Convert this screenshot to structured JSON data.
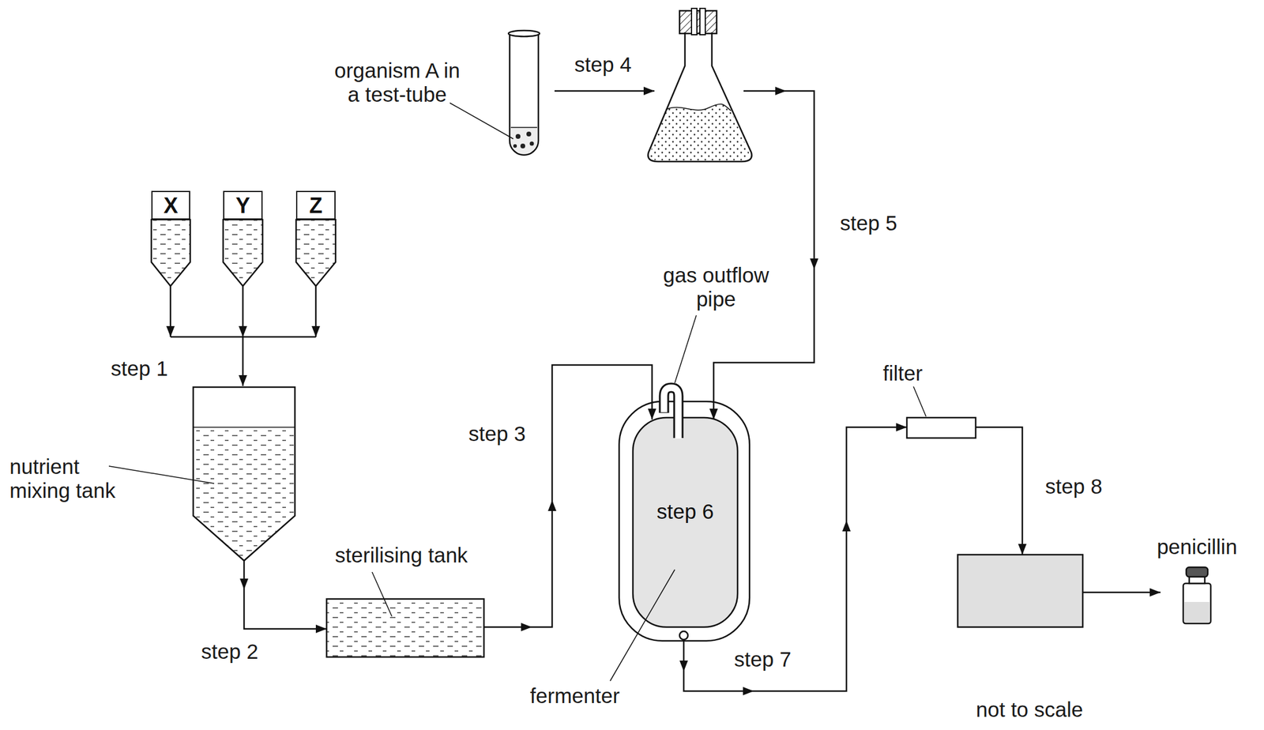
{
  "diagram": {
    "nodes": [
      {
        "text": [
          "X"
        ]
      },
      {
        "text": [
          "Y"
        ]
      },
      {
        "text": [
          "Z"
        ]
      },
      {
        "text": [
          "step 6"
        ]
      }
    ],
    "labels": [
      "organism A in a test-tube",
      "step 4",
      "step 5",
      "gas outflow pipe",
      "step 1",
      "nutrient mixing tank",
      "sterilising tank",
      "step 2",
      "step 3",
      "fermenter",
      "filter",
      "step 8",
      "step 7",
      "penicillin",
      "not to scale"
    ]
  }
}
